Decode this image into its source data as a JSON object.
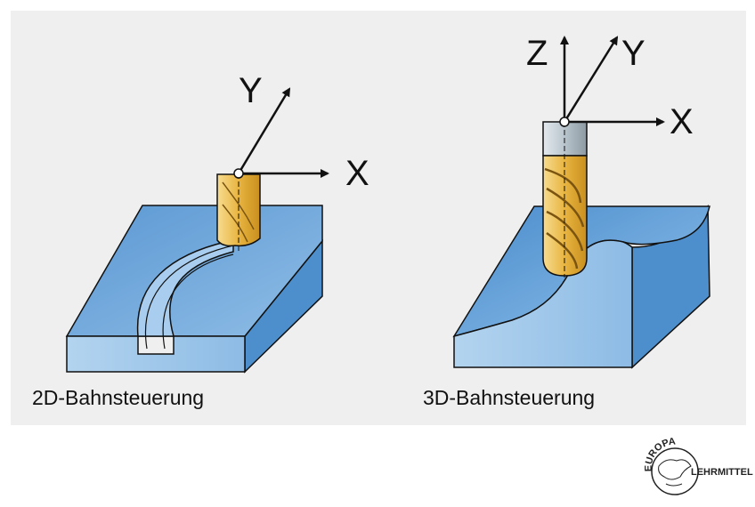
{
  "diagrams": {
    "left": {
      "caption": "2D-Bahnsteuerung",
      "axes": {
        "x": "X",
        "y": "Y"
      }
    },
    "right": {
      "caption": "3D-Bahnsteuerung",
      "axes": {
        "x": "X",
        "y": "Y",
        "z": "Z"
      }
    }
  },
  "logo": {
    "top": "EUROPA",
    "right": "LEHRMITTEL"
  },
  "colors": {
    "panel": "#efefef",
    "workpiece_top": "#6fa8dc",
    "workpiece_front": "#9cc7ea",
    "workpiece_side": "#4d8fcc",
    "tool_gold": "#e9b948",
    "tool_shank": "#b8c4cc",
    "outline": "#111111"
  }
}
